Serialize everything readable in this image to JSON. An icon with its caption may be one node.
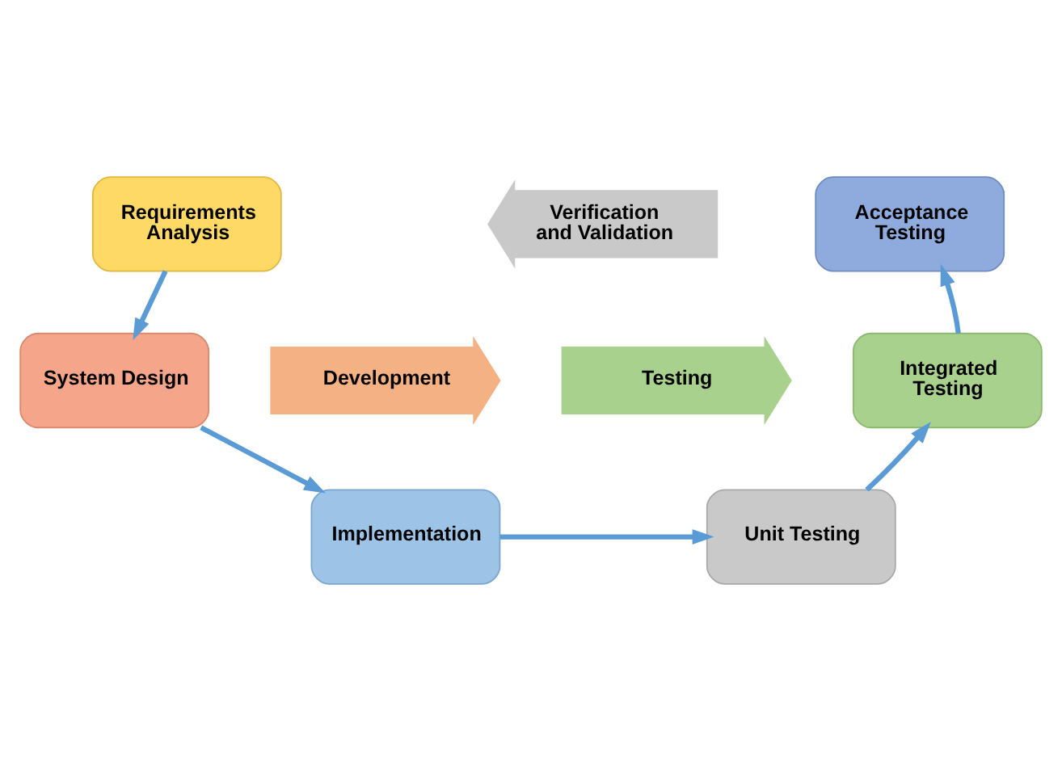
{
  "diagram": {
    "nodes": [
      {
        "text": [
          "Requirements Analysis"
        ]
      },
      {
        "text": [
          "System Design"
        ]
      },
      {
        "text": [
          "Implementation"
        ]
      },
      {
        "text": [
          "Unit Testing"
        ]
      },
      {
        "text": [
          "Integrated Testing"
        ]
      },
      {
        "text": [
          "Acceptance Testing"
        ]
      },
      {
        "text": [
          "Verification and Validation"
        ]
      },
      {
        "text": [
          "Development"
        ]
      },
      {
        "text": [
          "Testing"
        ]
      }
    ],
    "edges": [
      {
        "from": 0,
        "to": 1,
        "arrow": "to"
      },
      {
        "from": 1,
        "to": 2,
        "arrow": "to"
      },
      {
        "from": 2,
        "to": 3,
        "arrow": "to"
      },
      {
        "from": 3,
        "to": 4,
        "arrow": "to"
      },
      {
        "from": 4,
        "to": 5,
        "arrow": "to"
      }
    ]
  }
}
